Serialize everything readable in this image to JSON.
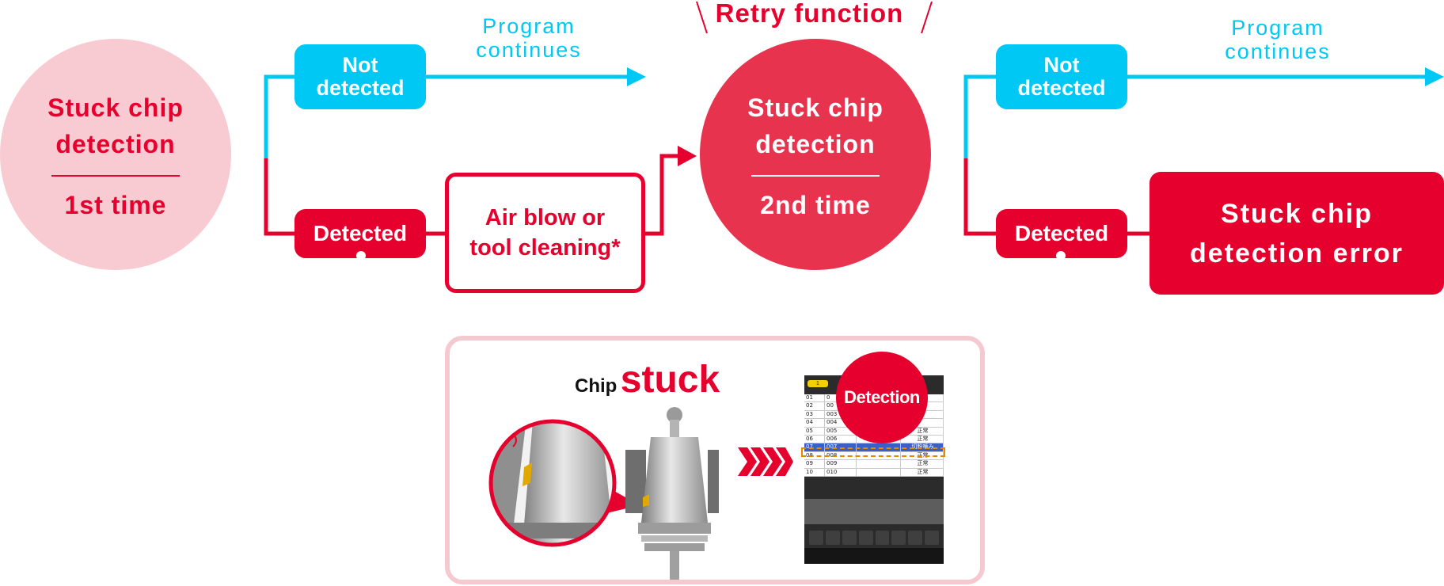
{
  "colors": {
    "red": "#e5002d",
    "red_circle": "#e8334f",
    "pink_circle": "#f8cbd2",
    "cyan": "#00c8f5",
    "inset_border": "#f5c9d0"
  },
  "flow1": {
    "start_circle": {
      "title_l1": "Stuck chip",
      "title_l2": "detection",
      "subtitle": "1st time"
    },
    "not_detected": {
      "l1": "Not",
      "l2": "detected"
    },
    "continues": {
      "l1": "Program",
      "l2": "continues"
    },
    "detected": "Detected",
    "action": {
      "l1": "Air blow or",
      "l2": "tool cleaning*"
    }
  },
  "retry_label": "Retry function",
  "flow2": {
    "circle": {
      "title_l1": "Stuck chip",
      "title_l2": "detection",
      "subtitle": "2nd time"
    },
    "not_detected": {
      "l1": "Not",
      "l2": "detected"
    },
    "continues": {
      "l1": "Program",
      "l2": "continues"
    },
    "detected": "Detected",
    "error": {
      "l1": "Stuck chip",
      "l2": "detection error"
    }
  },
  "inset": {
    "chip_small": "Chip",
    "chip_big": "stuck",
    "detection_badge": "Detection",
    "monitor": {
      "tab_label": "1",
      "rows": [
        {
          "no": "01",
          "id": "0",
          "status": ""
        },
        {
          "no": "02",
          "id": "00",
          "status": ""
        },
        {
          "no": "03",
          "id": "003",
          "status": ""
        },
        {
          "no": "04",
          "id": "004",
          "status": ""
        },
        {
          "no": "05",
          "id": "005",
          "status": "正常"
        },
        {
          "no": "06",
          "id": "006",
          "status": "正常"
        },
        {
          "no": "07",
          "id": "007",
          "status": "切粉噛み"
        },
        {
          "no": "08",
          "id": "008",
          "status": "正常"
        },
        {
          "no": "09",
          "id": "009",
          "status": "正常"
        },
        {
          "no": "10",
          "id": "010",
          "status": "正常"
        }
      ]
    }
  }
}
